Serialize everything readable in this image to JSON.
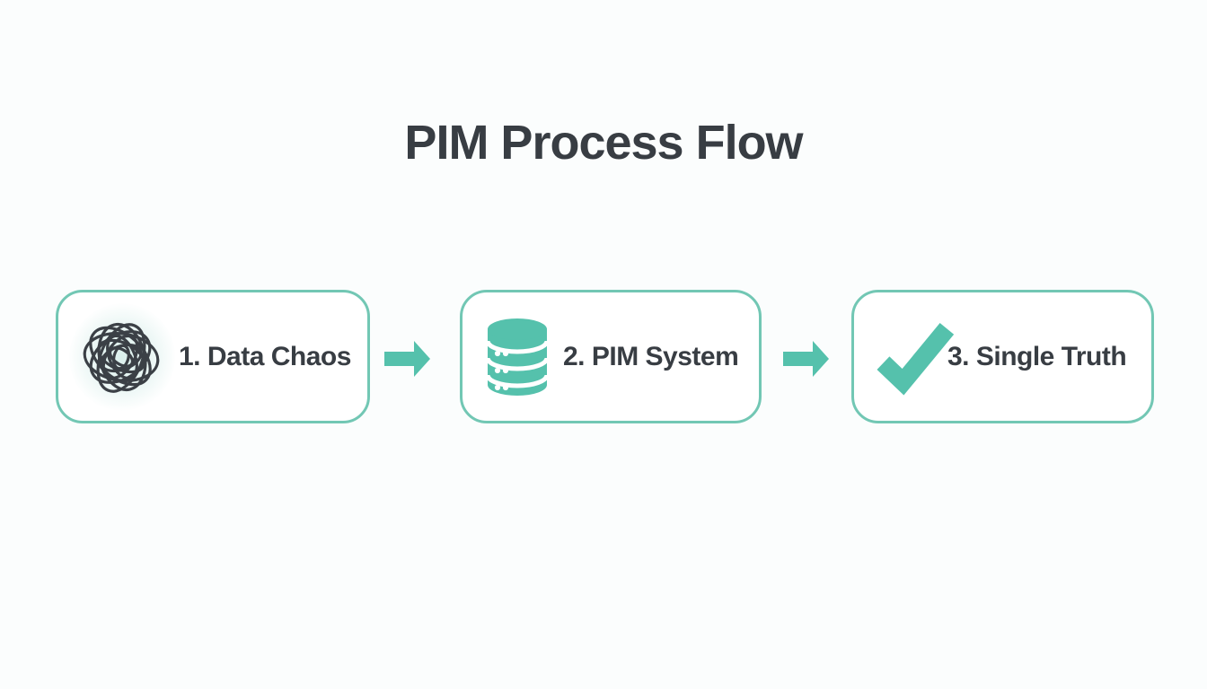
{
  "title": "PIM Process Flow",
  "steps": [
    {
      "label": "1. Data Chaos",
      "icon": "tangle-scribble"
    },
    {
      "label": "2. PIM System",
      "icon": "database"
    },
    {
      "label": "3. Single Truth",
      "icon": "checkmark"
    }
  ],
  "connectors": [
    {
      "type": "arrow-right"
    },
    {
      "type": "arrow-right"
    }
  ],
  "colors": {
    "teal_accent": "#55C1AC",
    "card_border": "#72C7B4",
    "text_dark": "#383D43",
    "background": "#FBFDFD",
    "scribble": "#3B4046"
  }
}
